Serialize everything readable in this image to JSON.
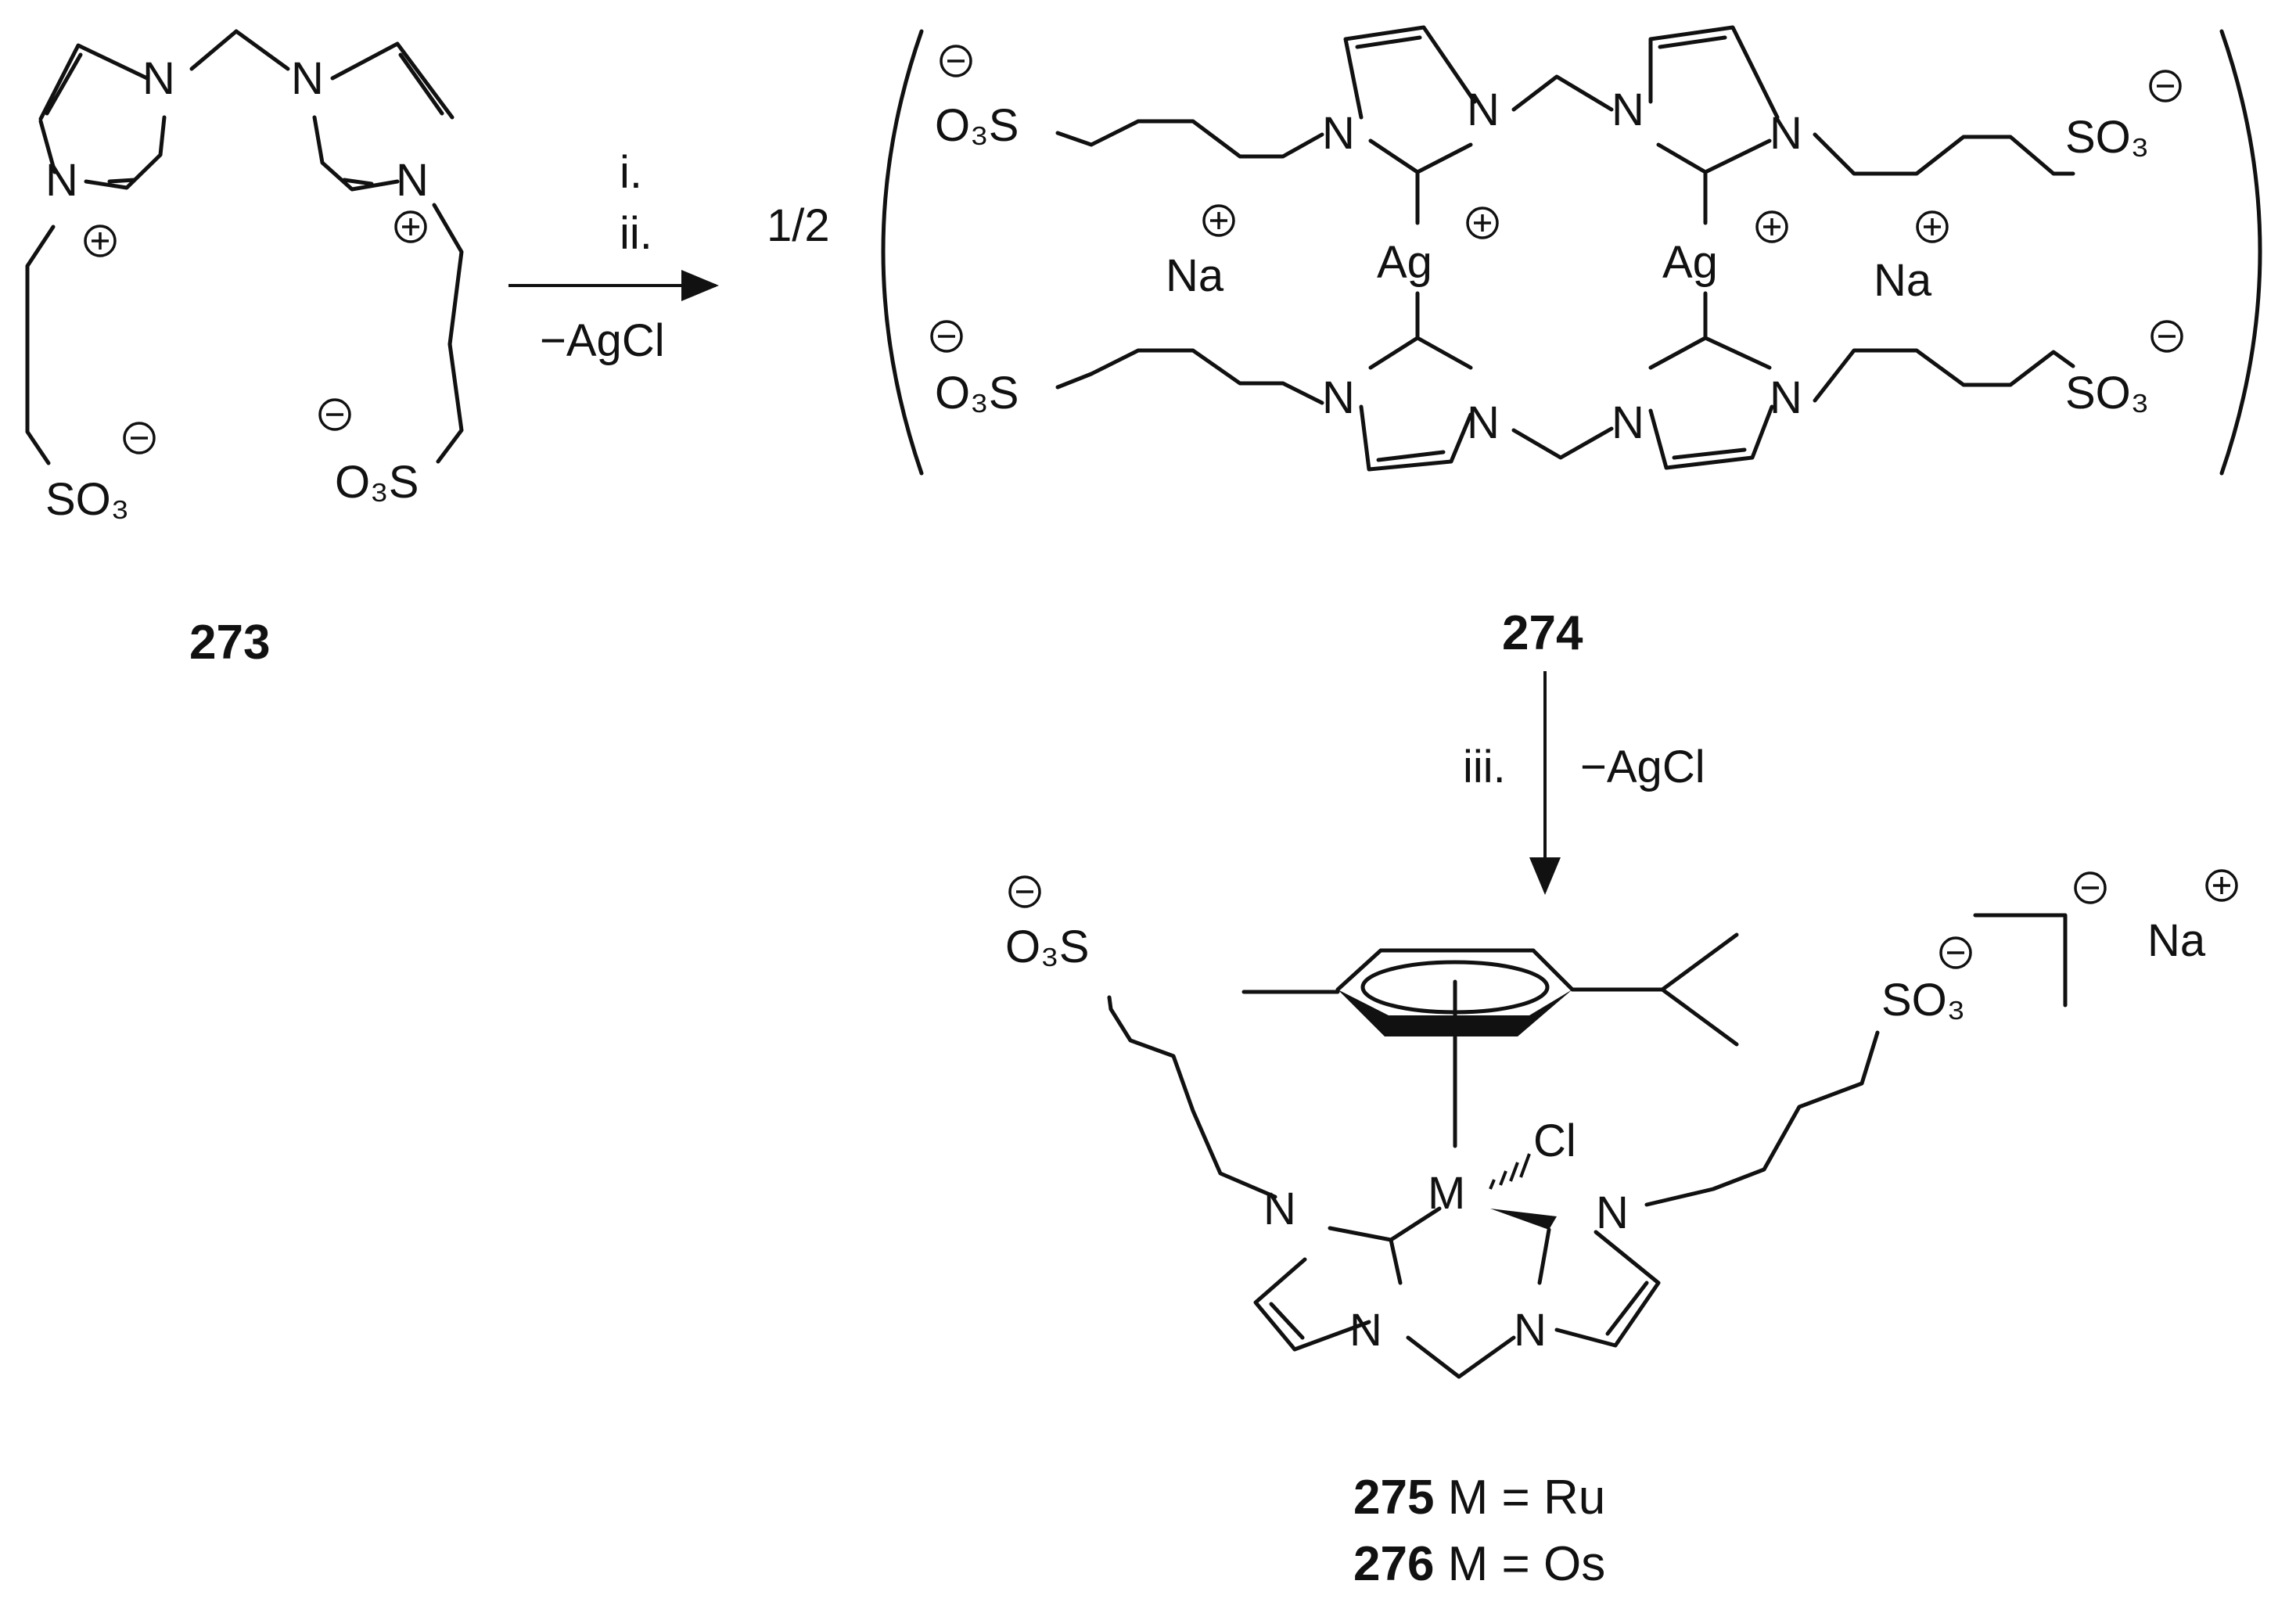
{
  "labels": {
    "N": "N",
    "S": "S",
    "O3S": "O₃S",
    "SO3": "SO₃",
    "Ag": "Ag",
    "Na": "Na",
    "M": "M",
    "Cl": "Cl"
  },
  "arrow1": {
    "step1": "i.",
    "step2": "ii.",
    "byproduct": "−AgCl"
  },
  "arrow2": {
    "step": "iii.",
    "byproduct": "−AgCl"
  },
  "coefficient": "1/2",
  "compounds": {
    "c273": "273",
    "c274": "274",
    "c275": {
      "num": "275",
      "desc": " M = Ru"
    },
    "c276": {
      "num": "276",
      "desc": " M = Os"
    }
  }
}
